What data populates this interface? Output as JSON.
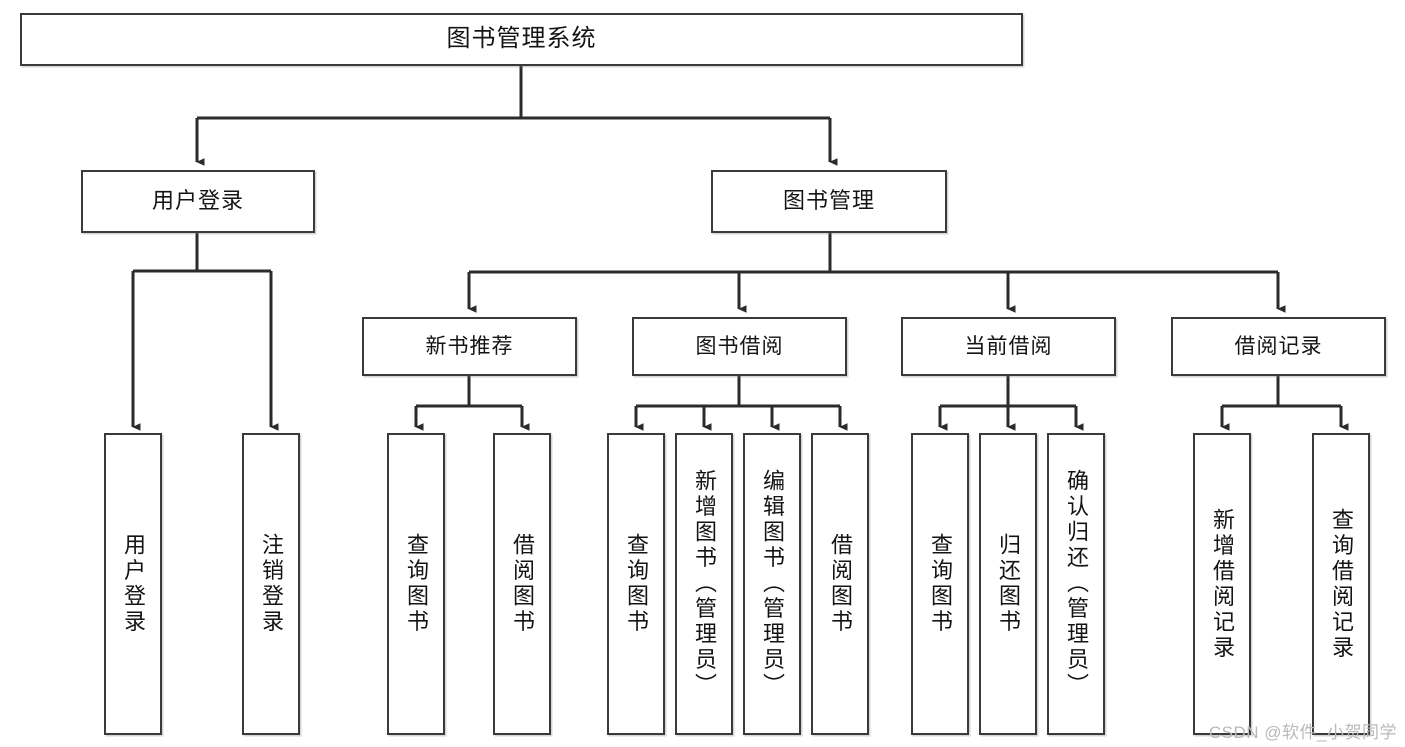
{
  "diagram": {
    "title": "图书管理系统",
    "type": "tree-hierarchy-chart",
    "colors": {
      "box_stroke": "#3a3a3a",
      "box_fill": "#ffffff",
      "connector": "#2b2b2b",
      "text": "#141414",
      "watermark": "#b9b9b9"
    },
    "root": {
      "label": "图书管理系统"
    },
    "level1": [
      {
        "id": "user-login",
        "label": "用户登录"
      },
      {
        "id": "book-management",
        "label": "图书管理"
      }
    ],
    "level2": [
      {
        "id": "new-book-recommend",
        "label": "新书推荐"
      },
      {
        "id": "book-borrow",
        "label": "图书借阅"
      },
      {
        "id": "current-borrow",
        "label": "当前借阅"
      },
      {
        "id": "borrow-record",
        "label": "借阅记录"
      }
    ],
    "leaves": [
      {
        "id": "leaf-user-login",
        "label": "用户登录",
        "parent": "user-login"
      },
      {
        "id": "leaf-logout-login",
        "label": "注销登录",
        "parent": "user-login"
      },
      {
        "id": "leaf-query-book-1",
        "label": "查询图书",
        "parent": "new-book-recommend"
      },
      {
        "id": "leaf-borrow-book-1",
        "label": "借阅图书",
        "parent": "new-book-recommend"
      },
      {
        "id": "leaf-query-book-2",
        "label": "查询图书",
        "parent": "book-borrow"
      },
      {
        "id": "leaf-add-book-admin",
        "label": "新增图书（管理员）",
        "parent": "book-borrow"
      },
      {
        "id": "leaf-edit-book-admin",
        "label": "编辑图书（管理员）",
        "parent": "book-borrow"
      },
      {
        "id": "leaf-borrow-book-2",
        "label": "借阅图书",
        "parent": "book-borrow"
      },
      {
        "id": "leaf-query-book-3",
        "label": "查询图书",
        "parent": "current-borrow"
      },
      {
        "id": "leaf-return-book",
        "label": "归还图书",
        "parent": "current-borrow"
      },
      {
        "id": "leaf-confirm-return-admin",
        "label": "确认归还（管理员）",
        "parent": "current-borrow"
      },
      {
        "id": "leaf-add-borrow-record",
        "label": "新增借阅记录",
        "parent": "borrow-record"
      },
      {
        "id": "leaf-query-borrow-record",
        "label": "查询借阅记录",
        "parent": "borrow-record"
      }
    ],
    "watermark": "CSDN @软件_小贺同学"
  }
}
